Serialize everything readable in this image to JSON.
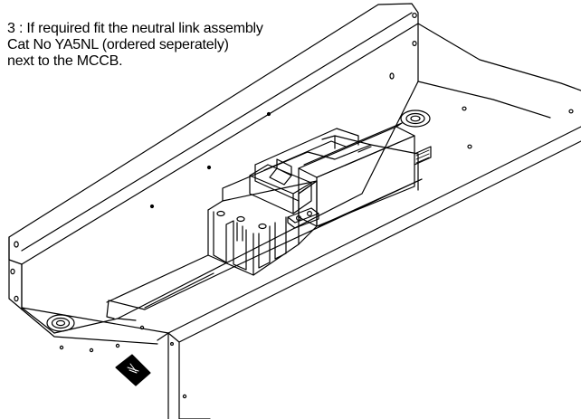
{
  "instruction": {
    "step_number": "3",
    "lines": [
      "3 : If required fit the neutral link assembly",
      "Cat No YA5NL (ordered seperately)",
      "next to the MCCB."
    ]
  },
  "colors": {
    "line": "#000000",
    "background": "#ffffff",
    "label_fill": "#000000"
  }
}
